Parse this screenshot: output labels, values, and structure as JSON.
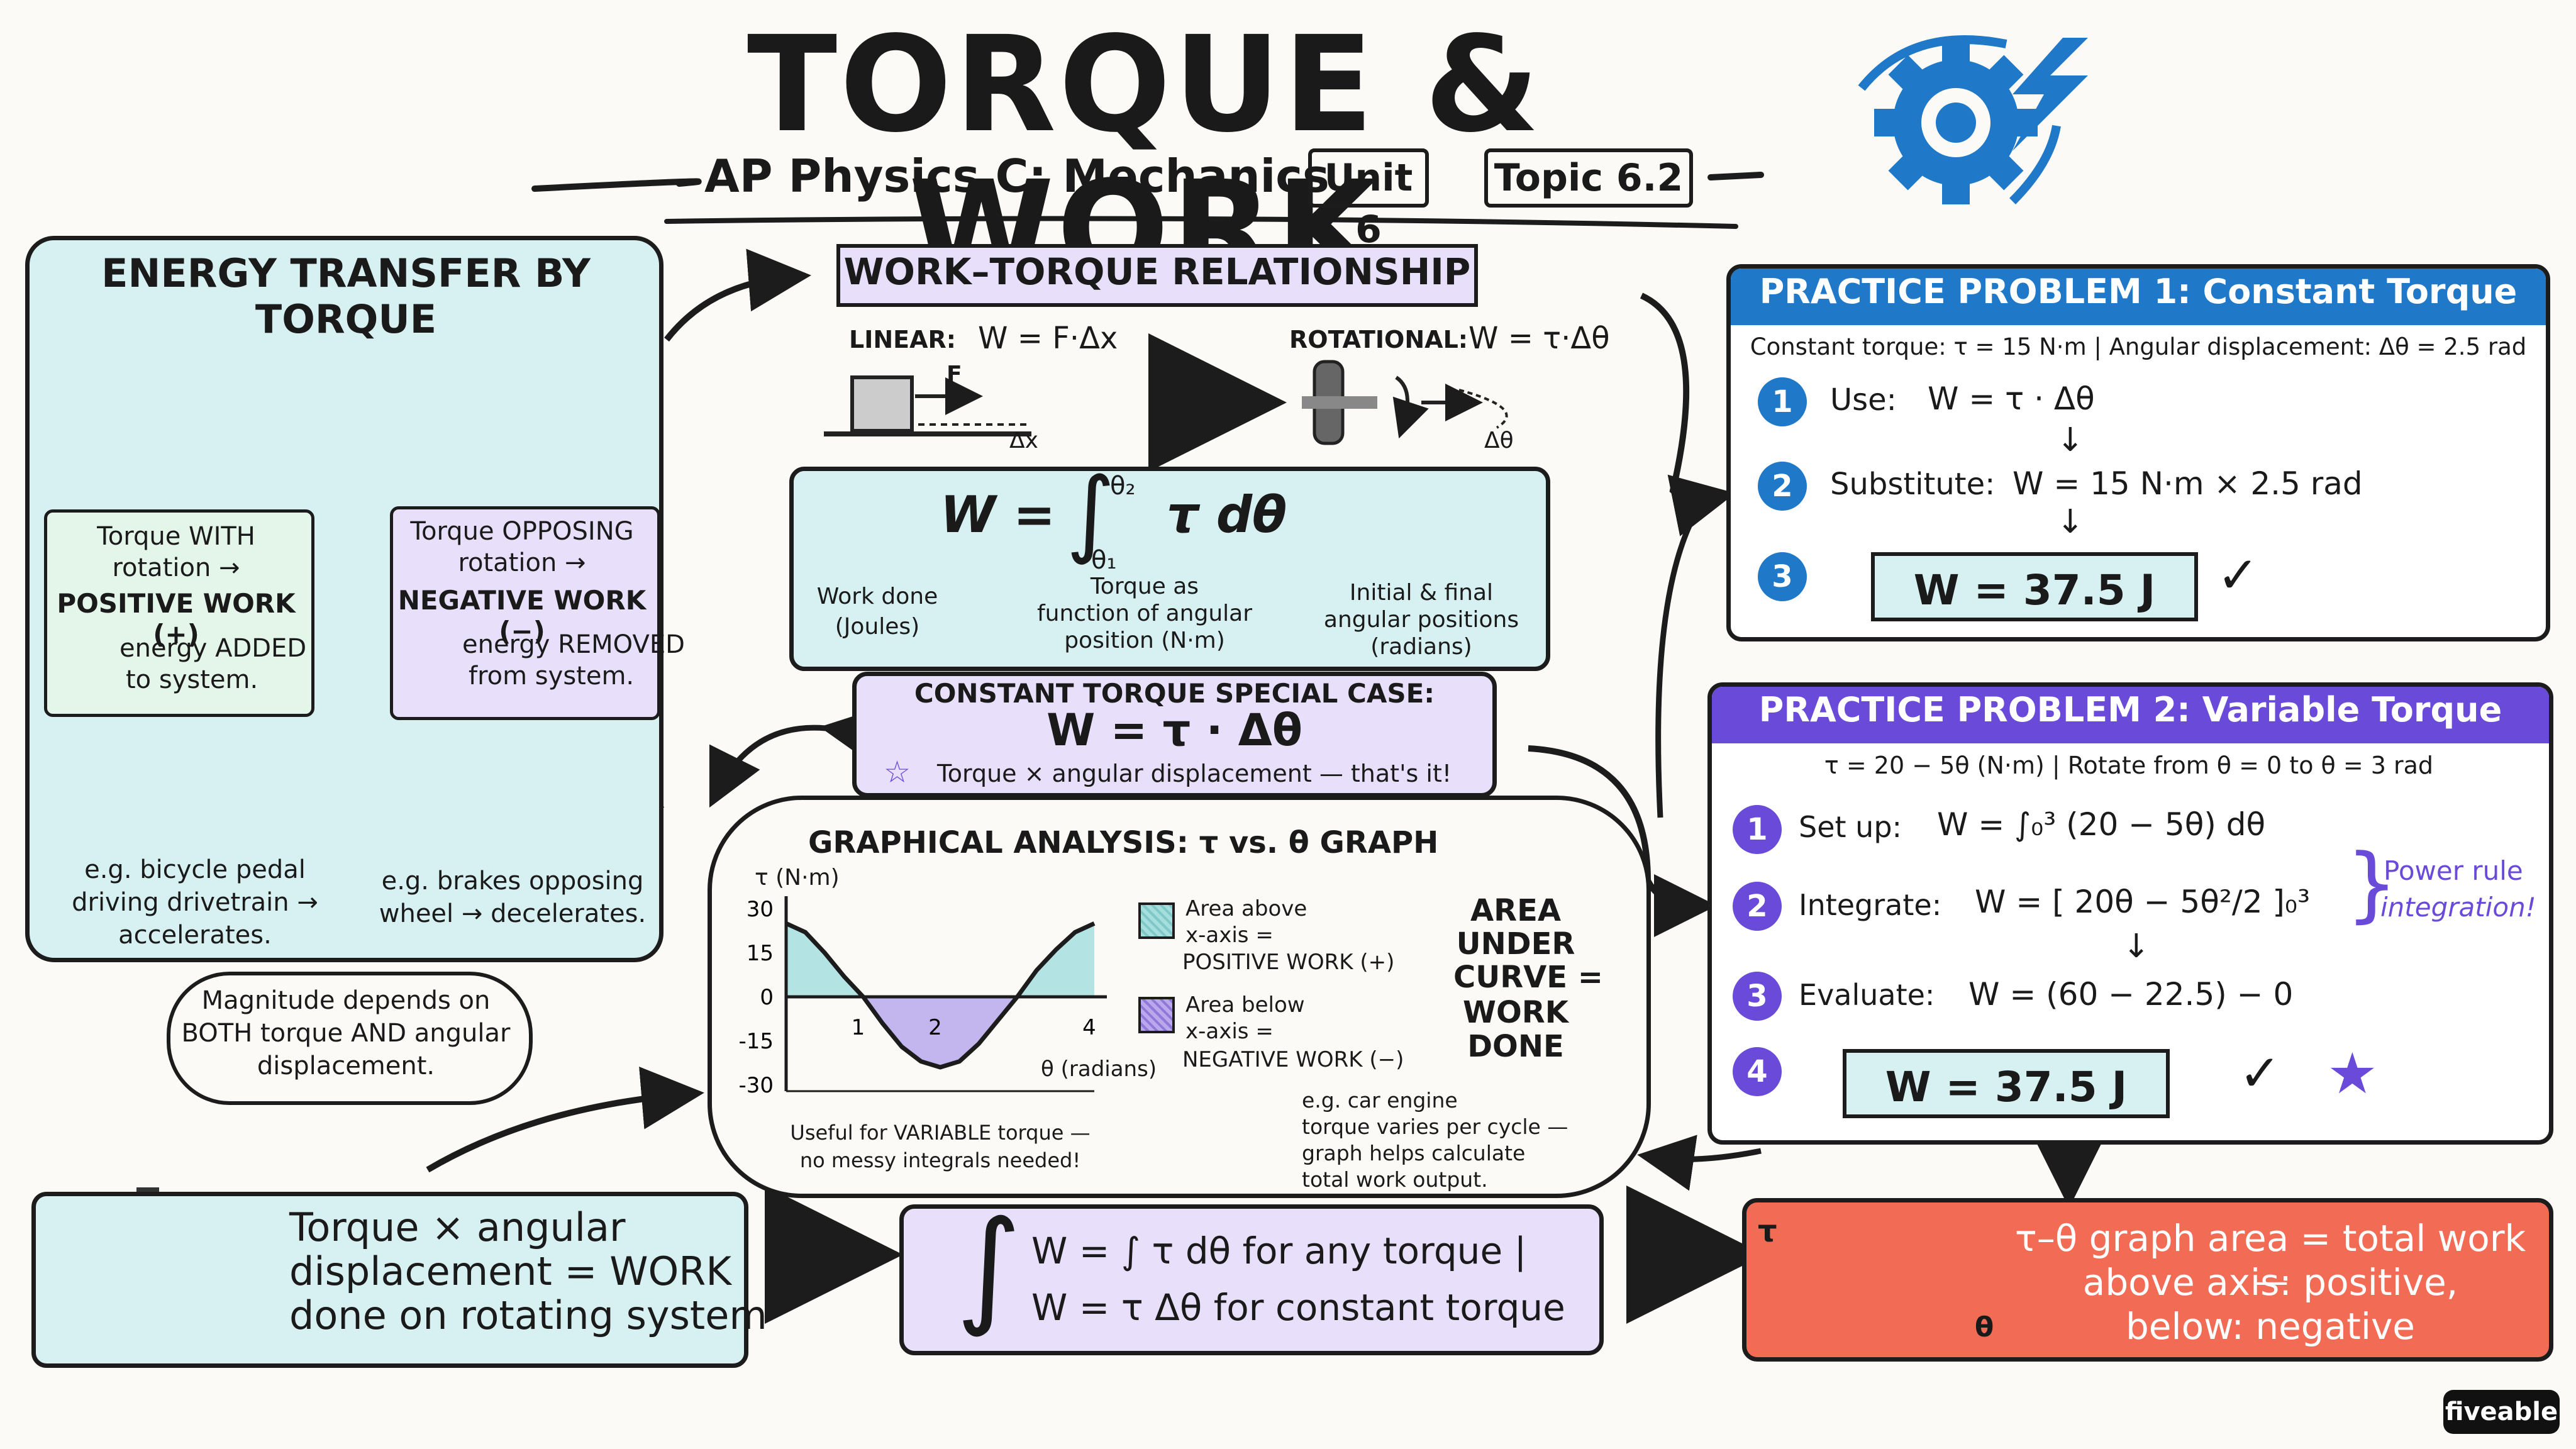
{
  "header": {
    "title": "TORQUE & WORK",
    "subtitle": "AP Physics C: Mechanics",
    "unit_badge": "Unit 6",
    "topic_badge": "Topic 6.2"
  },
  "energy_transfer": {
    "title": "ENERGY TRANSFER BY TORQUE",
    "with_line1": "Torque WITH",
    "with_line2": "rotation →",
    "with_line3": "POSITIVE WORK (+)",
    "with_line4": "energy ADDED",
    "with_line5": "to system.",
    "opp_line1": "Torque OPPOSING",
    "opp_line2": "rotation →",
    "opp_line3": "NEGATIVE WORK (−)",
    "opp_line4": "energy REMOVED",
    "opp_line5": "from system.",
    "example_left_1": "e.g. bicycle pedal",
    "example_left_2": "driving drivetrain →",
    "example_left_3": "accelerates.",
    "example_right_1": "e.g. brakes opposing",
    "example_right_2": "wheel → decelerates.",
    "magnitude_1": "Magnitude depends on",
    "magnitude_2": "BOTH torque AND angular",
    "magnitude_3": "displacement."
  },
  "relationship": {
    "title": "WORK–TORQUE RELATIONSHIP",
    "linear_label": "LINEAR:",
    "linear_eq": "W = F·Δx",
    "rotational_label": "ROTATIONAL:",
    "rotational_eq": "W = τ·Δθ",
    "force_label": "F",
    "dx_label": "Δx",
    "dtheta_label": "Δθ",
    "integral_W": "W =",
    "integral_upper": "θ₂",
    "integral_lower": "θ₁",
    "integral_body": "τ dθ",
    "ann_work_1": "Work done",
    "ann_work_2": "(Joules)",
    "ann_torque_1": "Torque as",
    "ann_torque_2": "function of angular",
    "ann_torque_3": "position (N·m)",
    "ann_pos_1": "Initial & final",
    "ann_pos_2": "angular positions",
    "ann_pos_3": "(radians)",
    "const_title": "CONSTANT TORQUE SPECIAL CASE:",
    "const_eq": "W = τ · Δθ",
    "const_note": "Torque × angular displacement — that's it!"
  },
  "graph": {
    "title": "GRAPHICAL ANALYSIS: τ vs. θ GRAPH",
    "y_label": "τ (N·m)",
    "x_label": "θ (radians)",
    "legend_above_1": "Area above",
    "legend_above_2": "x-axis =",
    "legend_above_3": "POSITIVE WORK (+)",
    "legend_below_1": "Area below",
    "legend_below_2": "x-axis =",
    "legend_below_3": "NEGATIVE WORK (−)",
    "area_1": "AREA",
    "area_2": "UNDER",
    "area_3": "CURVE =",
    "area_4": "WORK",
    "area_5": "DONE",
    "useful_1": "Useful for VARIABLE torque —",
    "useful_2": "no messy integrals needed!",
    "engine_1": "e.g. car engine",
    "engine_2": "torque varies per cycle —",
    "engine_3": "graph helps calculate",
    "engine_4": "total work output.",
    "accent_positive": "#a6dede",
    "accent_negative": "#b9a8ec"
  },
  "chart_data": {
    "type": "line",
    "title": "GRAPHICAL ANALYSIS: τ vs. θ GRAPH",
    "xlabel": "θ (radians)",
    "ylabel": "τ (N·m)",
    "xlim": [
      0,
      4
    ],
    "ylim": [
      -30,
      30
    ],
    "x_ticks": [
      1,
      2,
      4
    ],
    "y_ticks": [
      30,
      15,
      0,
      -15,
      -30
    ],
    "series": [
      {
        "x": [
          0,
          0.25,
          0.5,
          0.75,
          1.0,
          1.25,
          1.5,
          1.75,
          2.0,
          2.25,
          2.5,
          2.75,
          3.0,
          3.25,
          3.5,
          3.75,
          4.0
        ],
        "values": [
          25,
          22,
          15,
          7,
          0,
          -9,
          -17,
          -22,
          -24,
          -22,
          -16,
          -8,
          0,
          9,
          16,
          22,
          25
        ]
      }
    ]
  },
  "problem1": {
    "title": "PRACTICE PROBLEM 1: Constant Torque",
    "given": "Constant torque: τ = 15 N·m  |  Angular displacement: Δθ = 2.5 rad",
    "step1_num": "1",
    "step1_label": "Use:",
    "step1_eq": "W = τ · Δθ",
    "step2_num": "2",
    "step2_label": "Substitute:",
    "step2_eq": "W = 15 N·m × 2.5 rad",
    "step3_num": "3",
    "answer": "W = 37.5 J",
    "check": "✓"
  },
  "problem2": {
    "title": "PRACTICE PROBLEM 2: Variable Torque",
    "given": "τ = 20 − 5θ (N·m)   |   Rotate from θ = 0 to θ = 3 rad",
    "step1_num": "1",
    "step1_label": "Set up:",
    "step1_eq": "W = ∫₀³ (20 − 5θ) dθ",
    "step2_num": "2",
    "step2_label": "Integrate:",
    "step2_eq": "W = [ 20θ − 5θ²/2 ]₀³",
    "power_1": "Power rule",
    "power_2": "integration!",
    "step3_num": "3",
    "step3_label": "Evaluate:",
    "step3_eq": "W = (60 − 22.5) − 0",
    "step4_num": "4",
    "answer": "W = 37.5 J",
    "check": "✓",
    "star": "★"
  },
  "bottom": {
    "summary_1": "Torque × angular",
    "summary_2": "displacement = WORK",
    "summary_3": "done on rotating system",
    "formula_1": "W = ∫ τ dθ  for any torque |",
    "formula_2": "W = τ Δθ  for constant torque",
    "result_1": "τ–θ graph area = total work —",
    "result_2": "above axis: positive,",
    "result_3": "below: negative",
    "result_tau": "τ",
    "result_theta": "θ"
  },
  "brand": {
    "logo": "fiveable"
  },
  "colors": {
    "blue": "#1f78c8",
    "purple": "#6a4ad8",
    "light_blue": "#d7f0f2",
    "light_purple": "#e8e0fb",
    "coral": "#f26b55"
  }
}
